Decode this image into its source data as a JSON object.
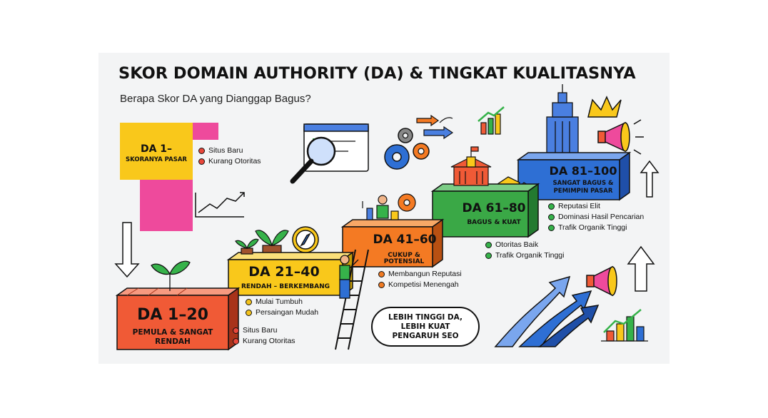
{
  "title": "SKOR DOMAIN AUTHORITY (DA) & TINGKAT KUALITASNYA",
  "subtitle": "Berapa Skor DA yang Dianggap Bagus?",
  "colors": {
    "red": "#f05a36",
    "yellow": "#f9c81b",
    "orange": "#f47a23",
    "green": "#3aa846",
    "blue": "#2e6fd4",
    "pink": "#ee4a9c",
    "background": "#f3f4f5"
  },
  "levels": [
    {
      "range": "DA 1–",
      "desc": "SKORANYA PASAR",
      "color": "#f9c81b",
      "bullets": [
        "Situs Baru",
        "Kurang Otoritas"
      ],
      "bullet_colors": [
        "red",
        "red"
      ]
    },
    {
      "range": "DA 1–20",
      "desc": "PEMULA & SANGAT RENDAH",
      "color": "#f05a36",
      "bullets": [
        "Situs Baru",
        "Kurang Otoritas"
      ],
      "bullet_colors": [
        "red",
        "red"
      ]
    },
    {
      "range": "DA 21–40",
      "desc": "RENDAH – BERKEMBANG",
      "color": "#f9c81b",
      "bullets": [
        "Mulai Tumbuh",
        "Persaingan Mudah"
      ],
      "bullet_colors": [
        "yellow",
        "yellow"
      ]
    },
    {
      "range": "DA 41–60",
      "desc": "CUKUP & POTENSIAL",
      "color": "#f47a23",
      "bullets": [
        "Membangun Reputasi",
        "Kompetisi Menengah"
      ],
      "bullet_colors": [
        "orange",
        "orange"
      ]
    },
    {
      "range": "DA 61–80",
      "desc": "BAGUS & KUAT",
      "color": "#3aa846",
      "bullets": [
        "Otoritas Baik",
        "Trafik Organik Tinggi"
      ],
      "bullet_colors": [
        "green",
        "green"
      ]
    },
    {
      "range": "DA 81–100",
      "desc": "SANGAT BAGUS & PEMIMPIN PASAR",
      "color": "#2e6fd4",
      "bullets": [
        "Reputasi Elit",
        "Dominasi Hasil Pencarian",
        "Trafik Organik Tinggi"
      ],
      "bullet_colors": [
        "green",
        "green",
        "green"
      ]
    }
  ],
  "callout": {
    "line1": "LEBIH TINGGI DA,",
    "line2": "LEBIH KUAT",
    "line3": "PENGARUH SEO"
  },
  "icons": [
    "magnifier-icon",
    "gear-icon",
    "growth-chart-icon",
    "skyscraper-icon",
    "crown-icon",
    "megaphone-icon",
    "building-icon",
    "handshake-icon",
    "person-icon",
    "sprout-icon",
    "compass-icon",
    "ladder-icon",
    "up-arrow-icon",
    "down-arrow-icon",
    "rising-arrows-icon"
  ]
}
